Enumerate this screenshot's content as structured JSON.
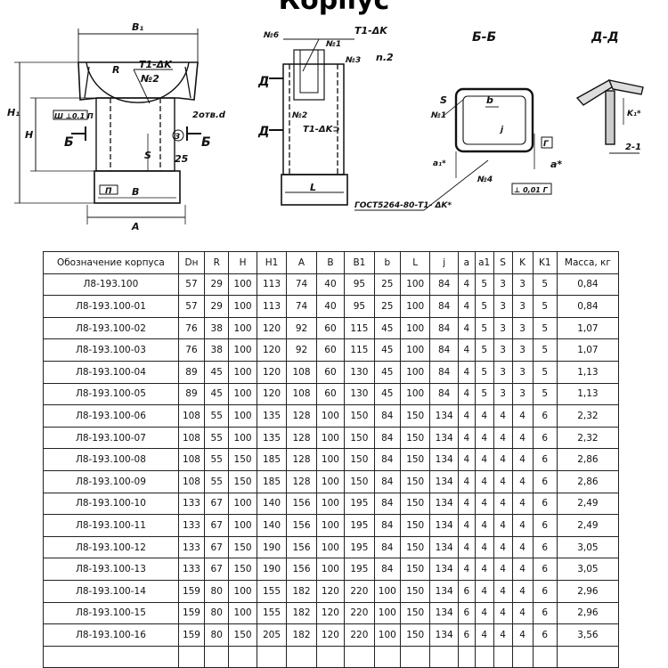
{
  "title": "Корпус",
  "drawing": {
    "front": {
      "dims": {
        "B1": "B₁",
        "H1": "H₁",
        "H": "H",
        "B": "B",
        "A": "A",
        "R": "R",
        "S": "S",
        "dim_25": "25"
      },
      "weld_top": "T1-ΔK",
      "part_2": "№2",
      "frame_left": "Ш ⊥0.1 П",
      "frame_base": "П",
      "section_left": "Б",
      "section_right": "Б",
      "holes": "2отв.d",
      "circle_num": "3"
    },
    "side": {
      "part_6": "№6",
      "part_1": "№1",
      "part_3": "№3",
      "weld_top": "T1-ΔK",
      "n2": "n.2",
      "section_d_top": "Д",
      "section_d_bottom": "Д",
      "part_2": "№2",
      "weld_side": "T1-ΔK⊃",
      "dim_L": "L"
    },
    "section_b": {
      "title": "Б-Б",
      "S": "S",
      "b": "b",
      "part_1": "№1",
      "j": "j",
      "a1": "a₁*",
      "a": "a*",
      "part_4": "№4",
      "tol": "⊥ 0,01 Г",
      "datum": "Г",
      "standard": "ГОСТ5264-80-T1- ΔK*"
    },
    "section_d": {
      "title": "Д-Д",
      "k1": "K₁*",
      "note": "2-1"
    }
  },
  "table": {
    "headers": [
      "Обозначение корпуса",
      "Dн",
      "R",
      "H",
      "H1",
      "A",
      "B",
      "B1",
      "b",
      "L",
      "j",
      "a",
      "a1",
      "S",
      "K",
      "K1",
      "Масса, кг"
    ],
    "rows": [
      [
        "Л8-193.100",
        "57",
        "29",
        "100",
        "113",
        "74",
        "40",
        "95",
        "25",
        "100",
        "84",
        "4",
        "5",
        "3",
        "3",
        "5",
        "0,84"
      ],
      [
        "Л8-193.100-01",
        "57",
        "29",
        "100",
        "113",
        "74",
        "40",
        "95",
        "25",
        "100",
        "84",
        "4",
        "5",
        "3",
        "3",
        "5",
        "0,84"
      ],
      [
        "Л8-193.100-02",
        "76",
        "38",
        "100",
        "120",
        "92",
        "60",
        "115",
        "45",
        "100",
        "84",
        "4",
        "5",
        "3",
        "3",
        "5",
        "1,07"
      ],
      [
        "Л8-193.100-03",
        "76",
        "38",
        "100",
        "120",
        "92",
        "60",
        "115",
        "45",
        "100",
        "84",
        "4",
        "5",
        "3",
        "3",
        "5",
        "1,07"
      ],
      [
        "Л8-193.100-04",
        "89",
        "45",
        "100",
        "120",
        "108",
        "60",
        "130",
        "45",
        "100",
        "84",
        "4",
        "5",
        "3",
        "3",
        "5",
        "1,13"
      ],
      [
        "Л8-193.100-05",
        "89",
        "45",
        "100",
        "120",
        "108",
        "60",
        "130",
        "45",
        "100",
        "84",
        "4",
        "5",
        "3",
        "3",
        "5",
        "1,13"
      ],
      [
        "Л8-193.100-06",
        "108",
        "55",
        "100",
        "135",
        "128",
        "100",
        "150",
        "84",
        "150",
        "134",
        "4",
        "4",
        "4",
        "4",
        "6",
        "2,32"
      ],
      [
        "Л8-193.100-07",
        "108",
        "55",
        "100",
        "135",
        "128",
        "100",
        "150",
        "84",
        "150",
        "134",
        "4",
        "4",
        "4",
        "4",
        "6",
        "2,32"
      ],
      [
        "Л8-193.100-08",
        "108",
        "55",
        "150",
        "185",
        "128",
        "100",
        "150",
        "84",
        "150",
        "134",
        "4",
        "4",
        "4",
        "4",
        "6",
        "2,86"
      ],
      [
        "Л8-193.100-09",
        "108",
        "55",
        "150",
        "185",
        "128",
        "100",
        "150",
        "84",
        "150",
        "134",
        "4",
        "4",
        "4",
        "4",
        "6",
        "2,86"
      ],
      [
        "Л8-193.100-10",
        "133",
        "67",
        "100",
        "140",
        "156",
        "100",
        "195",
        "84",
        "150",
        "134",
        "4",
        "4",
        "4",
        "4",
        "6",
        "2,49"
      ],
      [
        "Л8-193.100-11",
        "133",
        "67",
        "100",
        "140",
        "156",
        "100",
        "195",
        "84",
        "150",
        "134",
        "4",
        "4",
        "4",
        "4",
        "6",
        "2,49"
      ],
      [
        "Л8-193.100-12",
        "133",
        "67",
        "150",
        "190",
        "156",
        "100",
        "195",
        "84",
        "150",
        "134",
        "4",
        "4",
        "4",
        "4",
        "6",
        "3,05"
      ],
      [
        "Л8-193.100-13",
        "133",
        "67",
        "150",
        "190",
        "156",
        "100",
        "195",
        "84",
        "150",
        "134",
        "4",
        "4",
        "4",
        "4",
        "6",
        "3,05"
      ],
      [
        "Л8-193.100-14",
        "159",
        "80",
        "100",
        "155",
        "182",
        "120",
        "220",
        "100",
        "150",
        "134",
        "6",
        "4",
        "4",
        "4",
        "6",
        "2,96"
      ],
      [
        "Л8-193.100-15",
        "159",
        "80",
        "100",
        "155",
        "182",
        "120",
        "220",
        "100",
        "150",
        "134",
        "6",
        "4",
        "4",
        "4",
        "6",
        "2,96"
      ],
      [
        "Л8-193.100-16",
        "159",
        "80",
        "150",
        "205",
        "182",
        "120",
        "220",
        "100",
        "150",
        "134",
        "6",
        "4",
        "4",
        "4",
        "6",
        "3,56"
      ],
      [
        "",
        "",
        "",
        "",
        "",
        "",
        "",
        "",
        "",
        "",
        "",
        "",
        "",
        "",
        "",
        "",
        ""
      ]
    ]
  }
}
